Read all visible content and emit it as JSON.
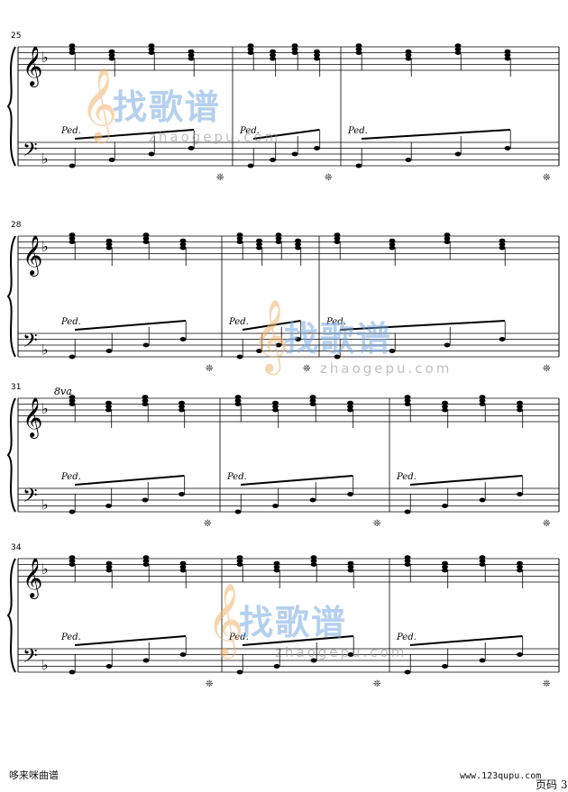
{
  "score": {
    "measure_numbers": [
      "25",
      "28",
      "31",
      "34"
    ],
    "ped_mark": "Ped.",
    "release_mark": "❊",
    "ottava_mark": "8va"
  },
  "watermark": {
    "title": "找歌谱",
    "url": "zhaogepu.com"
  },
  "footer": {
    "left_text": "哆来咪曲谱",
    "site": "www.123qupu.com",
    "page": "页码 3"
  }
}
